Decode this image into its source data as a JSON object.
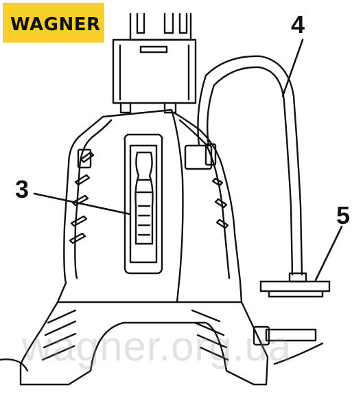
{
  "logo": {
    "text": "WAGNER"
  },
  "callouts": [
    {
      "id": "3",
      "label": "3"
    },
    {
      "id": "4",
      "label": "4"
    },
    {
      "id": "5",
      "label": "5"
    }
  ],
  "watermark": {
    "text": "wagner.org.ua"
  },
  "colors": {
    "logo_bg": "#f7cf2a",
    "line": "#111111"
  }
}
